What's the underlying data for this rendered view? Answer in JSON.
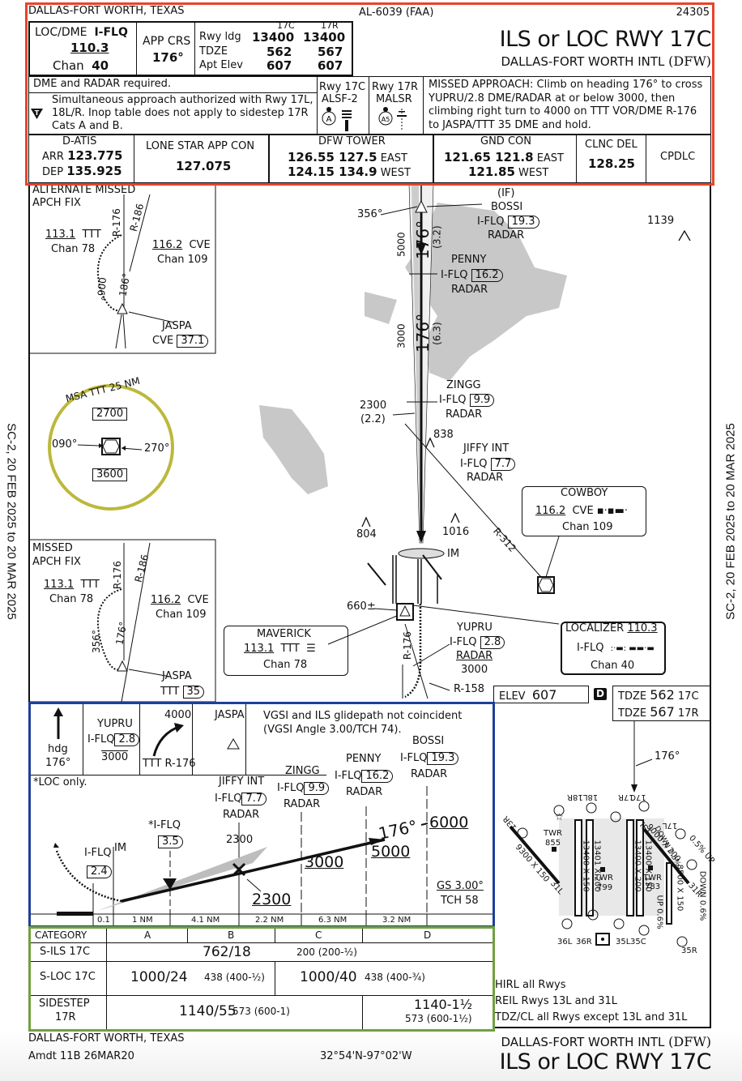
{
  "side_margin": {
    "left": "SC-2,  20 FEB 2025  to  20 MAR 2025",
    "right": "SC-2,  20 FEB 2025  to  20 MAR 2025"
  },
  "header": {
    "city": "DALLAS-FORT WORTH, TEXAS",
    "chart_id": "AL-6039 (FAA)",
    "cycle": "24305",
    "title": "ILS or LOC RWY 17C",
    "airport": "DALLAS-FORT WORTH INTL",
    "airport_code": "(DFW)",
    "loc": {
      "label": "LOC/DME",
      "ident": "I-FLQ",
      "freq": "110.3",
      "chan_label": "Chan",
      "chan": "40"
    },
    "app_crs": {
      "label": "APP CRS",
      "value": "176°"
    },
    "runway_data": {
      "cols": [
        "17C",
        "17R"
      ],
      "rows": [
        {
          "label": "Rwy ldg",
          "values": [
            "13400",
            "13400"
          ]
        },
        {
          "label": "TDZE",
          "values": [
            "562",
            "567"
          ]
        },
        {
          "label": "Apt Elev",
          "values": [
            "607",
            "607"
          ]
        }
      ]
    },
    "notes": {
      "dme_radar": "DME and RADAR required.",
      "simultaneous": "Simultaneous approach authorized with Rwy 17L, 18L/R.  Inop table does not apply to sidestep 17R Cats A and B.",
      "takeoff_symbol": "T"
    },
    "lighting": [
      {
        "rwy": "Rwy 17C",
        "system": "ALSF-2",
        "symbol": "A"
      },
      {
        "rwy": "Rwy 17R",
        "system": "MALSR",
        "symbol": "A5"
      }
    ],
    "missed_approach": "MISSED APPROACH:  Climb on heading 176° to cross YUPRU/2.8 DME/RADAR at or below 3000, then climbing right turn to 4000 on TTT VOR/DME R-176 to JASPA/TTT 35 DME and hold.",
    "comms": {
      "atis": {
        "label": "D-ATIS",
        "arr_label": "ARR",
        "arr": "123.775",
        "dep_label": "DEP",
        "dep": "135.925"
      },
      "approach": {
        "label": "LONE STAR APP CON",
        "freq": "127.075"
      },
      "tower": {
        "label": "DFW TOWER",
        "east": "126.55  127.5",
        "east_label": "EAST",
        "west": "124.15  134.9",
        "west_label": "WEST"
      },
      "ground": {
        "label": "GND CON",
        "east": "121.65  121.8",
        "east_label": "EAST",
        "west": "121.85",
        "west_label": "WEST"
      },
      "clnc": {
        "label": "CLNC DEL",
        "freq": "128.25"
      },
      "cpdlc": "CPDLC"
    }
  },
  "plan_view": {
    "alt_missed": {
      "title1": "ALTERNATE MISSED",
      "title2": "APCH FIX",
      "ttt_freq": "113.1",
      "ttt_ident": "TTT",
      "ttt_chan": "Chan 78",
      "cve_freq": "116.2",
      "cve_ident": "CVE",
      "cve_chan": "Chan 109",
      "r176": "R-176",
      "r186": "R-186",
      "hdg_out": "006°",
      "hdg_in": "186°",
      "fix": "JASPA",
      "fix_ref": "CVE",
      "fix_dme": "37.1"
    },
    "msa": {
      "title": "MSA TTT 25 NM",
      "north_alt": "2700",
      "south_alt": "3600",
      "left_brg": "090°",
      "right_brg": "270°"
    },
    "missed_fix": {
      "title1": "MISSED",
      "title2": "APCH FIX",
      "ttt_freq": "113.1",
      "ttt_ident": "TTT",
      "ttt_chan": "Chan 78",
      "cve_freq": "116.2",
      "cve_ident": "CVE",
      "cve_chan": "Chan 109",
      "r176": "R-176",
      "r186": "R-186",
      "hdg_out": "356°",
      "hdg_in": "176°",
      "fix": "JASPA",
      "fix_ref": "TTT",
      "fix_dme": "35"
    },
    "fixes": {
      "bossi": {
        "tag": "(IF)",
        "name": "BOSSI",
        "ref": "I-FLQ",
        "dme": "19.3",
        "radar": "RADAR",
        "hdg": "356°"
      },
      "penny": {
        "name": "PENNY",
        "ref": "I-FLQ",
        "dme": "16.2",
        "radar": "RADAR"
      },
      "zingg": {
        "name": "ZINGG",
        "ref": "I-FLQ",
        "dme": "9.9",
        "radar": "RADAR"
      },
      "jiffy": {
        "name": "JIFFY INT",
        "ref": "I-FLQ",
        "dme": "7.7",
        "radar": "RADAR"
      },
      "yupru": {
        "name": "YUPRU",
        "ref": "I-FLQ",
        "dme": "2.8",
        "radar": "RADAR",
        "alt": "3000"
      }
    },
    "course_labels": {
      "alt1": "5000",
      "crs1": "176°",
      "dist1": "(3.2)",
      "alt2": "3000",
      "crs2": "176°",
      "dist2": "(6.3)",
      "gs_alt": "2300",
      "gs_dist": "(2.2)"
    },
    "obstacles": [
      {
        "elev": "1139"
      },
      {
        "elev": "838"
      },
      {
        "elev": "804"
      },
      {
        "elev": "1016"
      },
      {
        "elev": "660±"
      }
    ],
    "im": "IM",
    "radials": {
      "r312": "R-312",
      "r176": "R-176",
      "r158": "R-158"
    },
    "cowboy": {
      "name": "COWBOY",
      "freq": "116.2",
      "ident": "CVE",
      "chan": "Chan 109"
    },
    "maverick": {
      "name": "MAVERICK",
      "freq": "113.1",
      "ident": "TTT",
      "chan": "Chan 78"
    },
    "localizer": {
      "label": "LOCALIZER",
      "freq": "110.3",
      "ident": "I-FLQ",
      "chan": "Chan 40"
    }
  },
  "profile": {
    "missed_icons": {
      "hdg_label": "hdg",
      "hdg": "176°",
      "yupru": "YUPRU",
      "yupru_ref": "I-FLQ",
      "yupru_dme": "2.8",
      "yupru_alt": "3000",
      "climb_alt": "4000",
      "climb_radial": "TTT R-176",
      "hold_fix": "JASPA"
    },
    "vgsi_note": "VGSI and ILS glidepath not coincident (VGSI Angle 3.00/TCH 74).",
    "loc_only": "*LOC only.",
    "fixes": [
      {
        "name": "BOSSI",
        "ref": "I-FLQ",
        "dme": "19.3",
        "radar": "RADAR",
        "alt": "6000"
      },
      {
        "name": "PENNY",
        "ref": "I-FLQ",
        "dme": "16.2",
        "radar": "RADAR",
        "alt": "5000"
      },
      {
        "name": "ZINGG",
        "ref": "I-FLQ",
        "dme": "9.9",
        "radar": "RADAR",
        "alt": "3000"
      },
      {
        "name": "JIFFY INT",
        "ref": "I-FLQ",
        "dme": "7.7",
        "radar": "RADAR",
        "alt": "2300"
      }
    ],
    "stepdown": {
      "ref": "*I-FLQ",
      "dme": "3.5"
    },
    "map": {
      "ref": "I-FLQ",
      "dme": "2.4",
      "im": "IM"
    },
    "gs_intercept": "2300",
    "inbound_course": "176°",
    "gs": "GS 3.00°",
    "tch": "TCH 58",
    "distances": [
      "0.1",
      "1 NM",
      "4.1 NM",
      "2.2 NM",
      "6.3 NM",
      "3.2 NM"
    ]
  },
  "minimums": {
    "headers": [
      "CATEGORY",
      "A",
      "B",
      "C",
      "D"
    ],
    "rows": [
      {
        "label": "S-ILS  17C",
        "cells": [
          {
            "span": "A-D",
            "main": "762/18",
            "sub": "200 (200-½)"
          }
        ]
      },
      {
        "label": "S-LOC 17C",
        "cells": [
          {
            "span": "A-B",
            "main": "1000/24",
            "sub": "438 (400-½)"
          },
          {
            "span": "C-D",
            "main": "1000/40",
            "sub": "438 (400-¾)"
          }
        ]
      },
      {
        "label": "SIDESTEP 17R",
        "label1": "SIDESTEP",
        "label2": "17R",
        "cells": [
          {
            "span": "A-C",
            "main": "1140/55",
            "sub": "573 (600-1)"
          },
          {
            "span": "D",
            "main": "1140-1½",
            "sub": "573 (600-1½)"
          }
        ]
      }
    ]
  },
  "airport_diagram": {
    "elev_label": "ELEV",
    "elev": "607",
    "d_symbol": "D",
    "tdze": [
      {
        "label": "TDZE",
        "value": "562",
        "rwy": "17C"
      },
      {
        "label": "TDZE",
        "value": "567",
        "rwy": "17R"
      }
    ],
    "final_crs": "176°",
    "runways": [
      {
        "ends": [
          "18R",
          "36L"
        ],
        "dims": "13400 X 150"
      },
      {
        "ends": [
          "18L",
          "36R"
        ],
        "dims": "13401 X 200"
      },
      {
        "ends": [
          "17C",
          "35C"
        ],
        "dims": "13400 X 200"
      },
      {
        "ends": [
          "17R",
          "35L"
        ],
        "dims": "13400 X 150"
      },
      {
        "ends": [
          "17L",
          "35R"
        ],
        "dims": "8500 X 150"
      },
      {
        "ends": [
          "13R",
          "31L"
        ],
        "dims": "9300 X 150"
      },
      {
        "ends": [
          "13L",
          "31R"
        ],
        "dims": "9000 X 200"
      }
    ],
    "towers": [
      {
        "label": "TWR",
        "elev": "855"
      },
      {
        "label": "TWR",
        "elev": "799"
      },
      {
        "label": "TWR",
        "elev": "783"
      }
    ],
    "gradients": {
      "g1": "0.5%",
      "g1_dir": "UP",
      "g2": "0.6%",
      "g2_dir": "DOWN",
      "g3": "0.6%",
      "g3_dir": "UP",
      "g4": "0.5%",
      "g4_dir": "DOWN"
    },
    "lighting_notes": [
      "HIRL all Rwys",
      "REIL Rwys 13L and 31L",
      "TDZ/CL all Rwys except 13L and 31L"
    ]
  },
  "footer": {
    "city": "DALLAS-FORT WORTH, TEXAS",
    "amendment": "Amdt 11B  26MAR20",
    "coords": "32°54'N-97°02'W",
    "airport": "DALLAS-FORT WORTH INTL",
    "airport_code": "(DFW)",
    "title": "ILS or LOC RWY 17C"
  }
}
